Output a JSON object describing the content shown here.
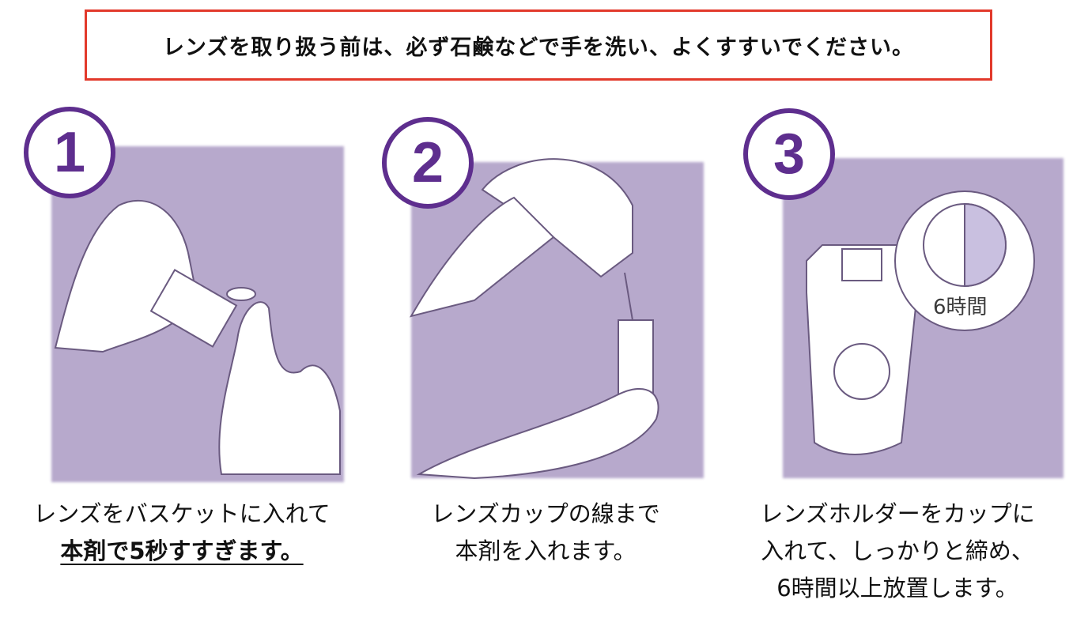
{
  "notice": "レンズを取り扱う前は、必ず石鹸などで手を洗い、よくすすいでください。",
  "steps": [
    {
      "number": "1",
      "line1": "レンズをバスケットに入れて",
      "line2": "本剤で5秒すすぎます。"
    },
    {
      "number": "2",
      "line1": "レンズカップの線まで",
      "line2": "本剤を入れます。"
    },
    {
      "number": "3",
      "line1": "レンズホルダーをカップに",
      "line2": "入れて、しっかりと締め、",
      "line3": "6時間以上放置します。",
      "timer_label": "6時間"
    }
  ],
  "colors": {
    "accent": "#5e2e8e",
    "panel": "#b7a9cc",
    "border": "#e2392b"
  }
}
